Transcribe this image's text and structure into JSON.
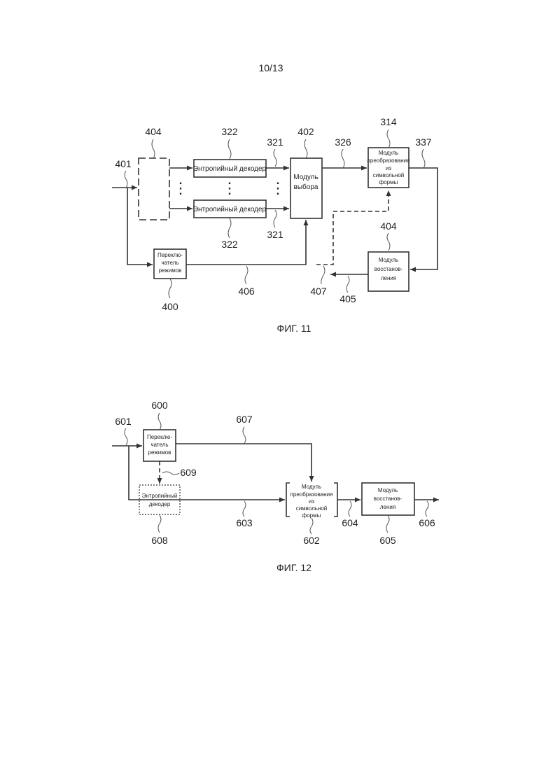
{
  "page": {
    "number": "10/13"
  },
  "fig11": {
    "caption": "ФИГ. 11",
    "blocks": {
      "entropy_decoder_top": "Энтропийный декодер",
      "entropy_decoder_bottom": "Энтропийный декодер",
      "select_module": [
        "Модуль",
        "выбора"
      ],
      "mode_switch": [
        "Переклю-",
        "чатель",
        "режимов"
      ],
      "desymbolization": [
        "Модуль",
        "преобразования",
        "из",
        "символьной",
        "формы"
      ],
      "reconstruction": [
        "Модуль",
        "восстанов-",
        "ления"
      ]
    },
    "refs": {
      "r401": "401",
      "r404a": "404",
      "r322a": "322",
      "r321a": "321",
      "r402": "402",
      "r326": "326",
      "r314": "314",
      "r337": "337",
      "r322b": "322",
      "r321b": "321",
      "r404b": "404",
      "r400": "400",
      "r406": "406",
      "r407": "407",
      "r405": "405"
    },
    "dots": "⋮"
  },
  "fig12": {
    "caption": "ФИГ. 12",
    "blocks": {
      "mode_switch": [
        "Переклю-",
        "чатель",
        "режимов"
      ],
      "entropy_decoder": [
        "Энтропийный",
        "декодер"
      ],
      "desymbolization": [
        "Модуль",
        "преобразования",
        "из",
        "символьной",
        "формы"
      ],
      "reconstruction": [
        "Модуль",
        "восстанов-",
        "ления"
      ]
    },
    "refs": {
      "r600": "600",
      "r601": "601",
      "r607": "607",
      "r609": "609",
      "r608": "608",
      "r603": "603",
      "r602": "602",
      "r604": "604",
      "r605": "605",
      "r606": "606"
    }
  }
}
